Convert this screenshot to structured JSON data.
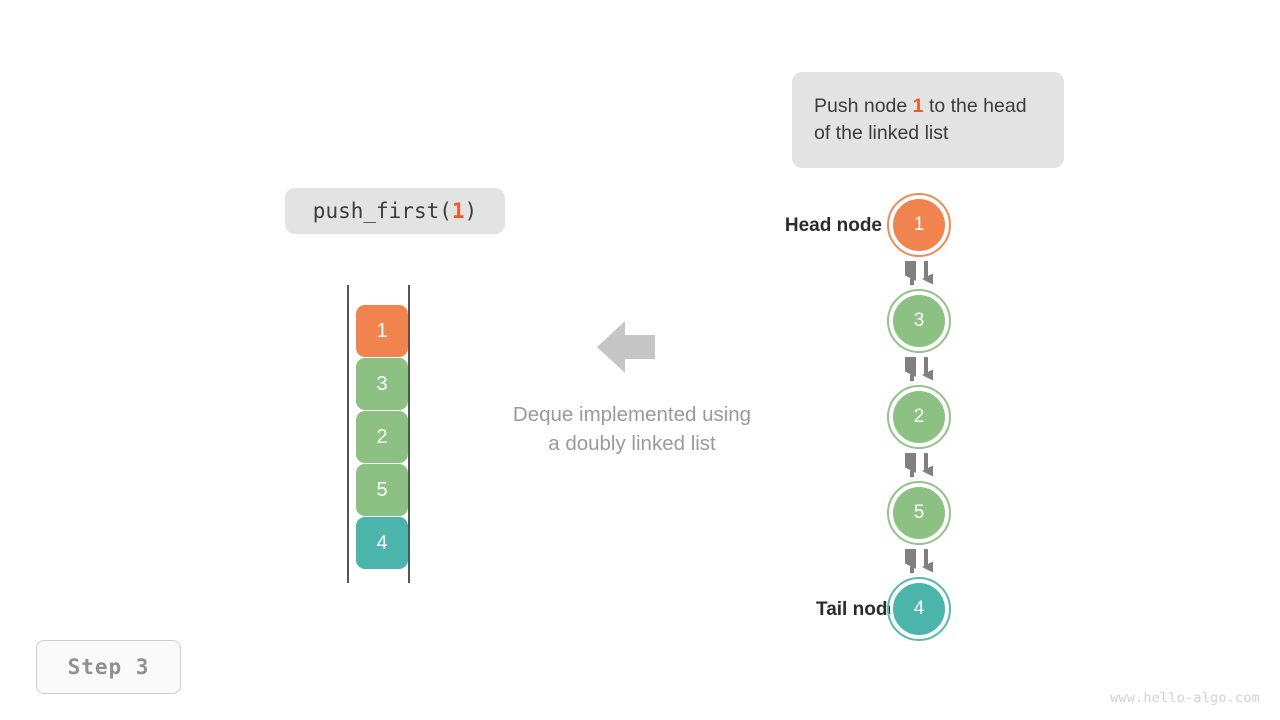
{
  "callout": {
    "prefix": "Push node ",
    "highlight": "1",
    "suffix": " to the head of the linked list"
  },
  "operation": {
    "label": "push_first(1)",
    "name": "push_first(",
    "arg": "1",
    "close": ")"
  },
  "step": {
    "label": "Step 3"
  },
  "caption": {
    "line1": "Deque implemented using",
    "line2": "a doubly linked list"
  },
  "watermark": {
    "text": "www.hello-algo.com"
  },
  "colors": {
    "orange": "#f1834f",
    "green": "#8cc183",
    "teal": "#4bb5ac",
    "gray_arrow": "#808080",
    "badge_bg": "#e3e3e3",
    "highlight": "#ec5b24",
    "caption_text": "#9a9a9a",
    "label_text": "#2b2b2b"
  },
  "array": {
    "title": "deque-array",
    "cells": [
      {
        "value": "1",
        "color": "#f1834f"
      },
      {
        "value": "3",
        "color": "#8cc183"
      },
      {
        "value": "2",
        "color": "#8cc183"
      },
      {
        "value": "5",
        "color": "#8cc183"
      },
      {
        "value": "4",
        "color": "#4bb5ac"
      }
    ]
  },
  "linked_list": {
    "head_label": "Head node",
    "tail_label": "Tail node",
    "nodes": [
      {
        "value": "1",
        "color": "#f1834f"
      },
      {
        "value": "3",
        "color": "#8cc183"
      },
      {
        "value": "2",
        "color": "#8cc183"
      },
      {
        "value": "5",
        "color": "#8cc183"
      },
      {
        "value": "4",
        "color": "#4bb5ac"
      }
    ],
    "links": 4
  },
  "big_arrow": {
    "direction": "left"
  }
}
